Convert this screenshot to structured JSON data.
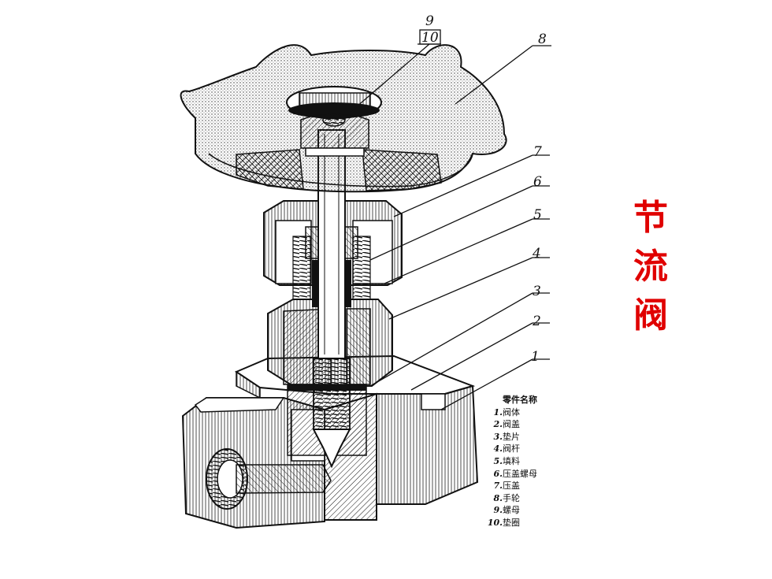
{
  "title_chars": [
    "节",
    "流",
    "阀"
  ],
  "colors": {
    "title": "#e00000",
    "ink": "#111111"
  },
  "callouts": [
    "1",
    "2",
    "3",
    "4",
    "5",
    "6",
    "7",
    "8",
    "9",
    "10"
  ],
  "parts": {
    "header": "零件名称",
    "items": [
      {
        "num": "1.",
        "name": "阀体"
      },
      {
        "num": "2.",
        "name": "阀盖"
      },
      {
        "num": "3.",
        "name": "垫片"
      },
      {
        "num": "4.",
        "name": "阀杆"
      },
      {
        "num": "5.",
        "name": "填料"
      },
      {
        "num": "6.",
        "name": "压盖螺母"
      },
      {
        "num": "7.",
        "name": "压盖"
      },
      {
        "num": "8.",
        "name": "手轮"
      },
      {
        "num": "9.",
        "name": "螺母"
      },
      {
        "num": "10.",
        "name": "垫圈"
      }
    ]
  }
}
